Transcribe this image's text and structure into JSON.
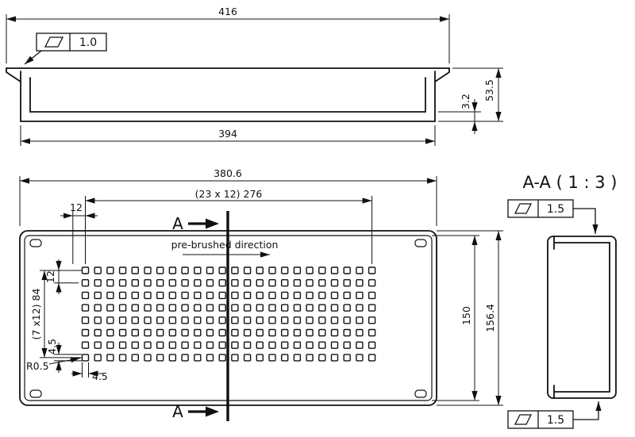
{
  "drawing": {
    "top_view": {
      "dim_width_top": "416",
      "dim_width_bottom": "394",
      "dim_height": "53.5",
      "dim_thickness": "3.2",
      "flatness_value": "1.0"
    },
    "front_view": {
      "dim_width": "380.6",
      "dim_hole_span_h": "(23  x 12) 276",
      "dim_pitch_h": "12",
      "dim_pitch_v": "12",
      "dim_hole_span_v": "(7 x12) 84",
      "dim_hole_height": "4.5",
      "dim_hole_width": "4.5",
      "dim_corner_radius": "R0.5",
      "dim_inner_height": "150",
      "dim_outer_height": "156.4",
      "section_label_top": "A",
      "section_label_bottom": "A",
      "brush_note": "pre-brushed direction",
      "grid": {
        "cols": 24,
        "rows": 8
      }
    },
    "section_view": {
      "title": "A-A ( 1 : 3 )",
      "flatness_top": "1.5",
      "flatness_bottom": "1.5"
    }
  }
}
